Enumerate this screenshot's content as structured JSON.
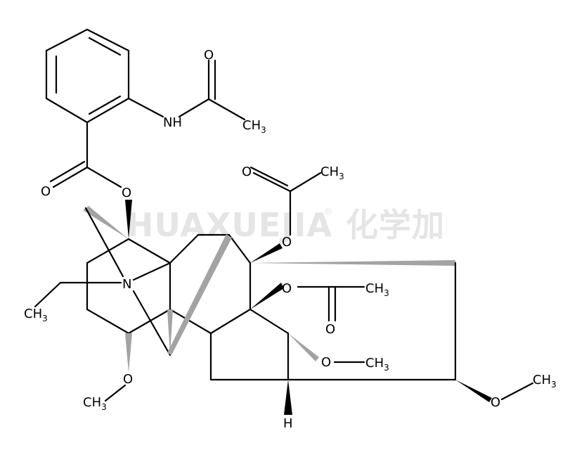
{
  "watermark": {
    "brand": "HUAXUEJIA",
    "registered": "®",
    "cn": "化学加"
  },
  "labels": {
    "nh": "NH",
    "o_amide": "O",
    "ch3_amide_c": "CH",
    "ch3_amide_n": "3",
    "o_ester_carbonyl": "O",
    "o_ester": "O",
    "o_acetate1_carbonyl": "O",
    "ch3_acetate1_c": "CH",
    "ch3_acetate1_n": "3",
    "o_acetate1": "O",
    "o_acetate2": "O",
    "ch3_acetate2_c": "CH",
    "ch3_acetate2_n": "3",
    "o_acetate2_carbonyl": "O",
    "n_ring": "N",
    "ch3_ethyl_c": "CH",
    "ch3_ethyl_n": "3",
    "o_methoxy1": "O",
    "ch3_methoxy1_c": "CH",
    "ch3_methoxy1_n": "3",
    "o_methoxy2": "O",
    "ch3_methoxy2_c": "CH",
    "ch3_methoxy2_n": "3",
    "o_methoxy3": "O",
    "ch3_methoxy3_c": "CH",
    "ch3_methoxy3_n": "3",
    "h_stereo": "H"
  }
}
